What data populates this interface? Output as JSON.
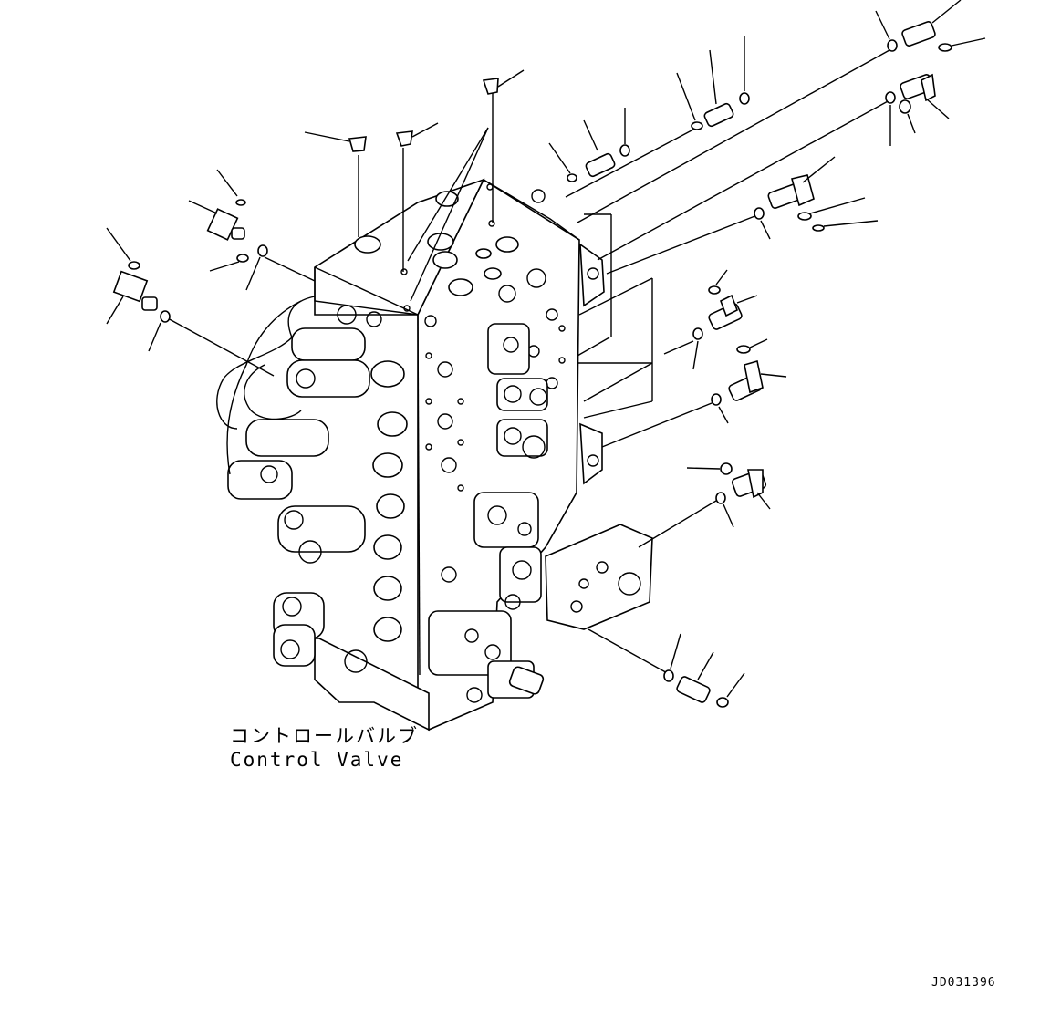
{
  "caption": {
    "japanese": "コントロールバルブ",
    "english": "Control Valve"
  },
  "drawing_code": "JD031396"
}
